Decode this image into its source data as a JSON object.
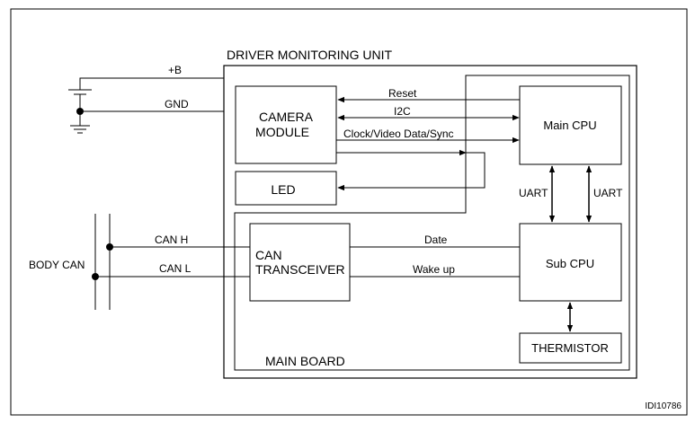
{
  "diagram": {
    "unit_title": "DRIVER MONITORING UNIT",
    "main_board_label": "MAIN BOARD",
    "figure_id": "IDI10786",
    "power": {
      "plus_b": "+B",
      "gnd": "GND"
    },
    "bus": {
      "body_can": "BODY CAN",
      "can_h": "CAN H",
      "can_l": "CAN L"
    },
    "blocks": {
      "camera_line1": "CAMERA",
      "camera_line2": "MODULE",
      "led": "LED",
      "main_cpu": "Main CPU",
      "sub_cpu": "Sub CPU",
      "can_line1": "CAN",
      "can_line2": "TRANSCEIVER",
      "thermistor": "THERMISTOR"
    },
    "signals": {
      "reset": "Reset",
      "i2c": "I2C",
      "clock": "Clock/Video Data/Sync",
      "uart_left": "UART",
      "uart_right": "UART",
      "date": "Date",
      "wake_up": "Wake up"
    }
  }
}
